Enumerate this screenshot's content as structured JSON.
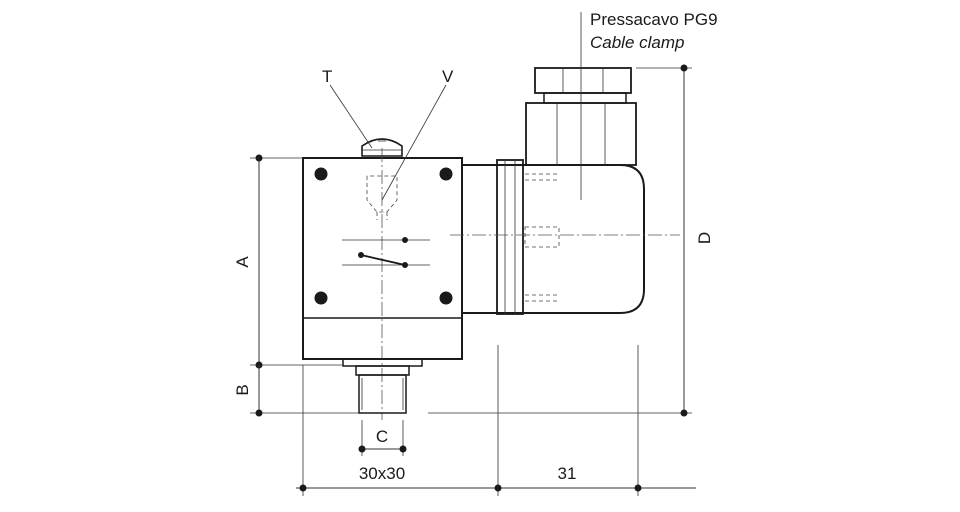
{
  "labels": {
    "cable_clamp_it": "Pressacavo  PG9",
    "cable_clamp_en": "Cable clamp",
    "T": "T",
    "V": "V",
    "A": "A",
    "B": "B",
    "C": "C",
    "D": "D",
    "size": "30x30",
    "length": "31"
  }
}
